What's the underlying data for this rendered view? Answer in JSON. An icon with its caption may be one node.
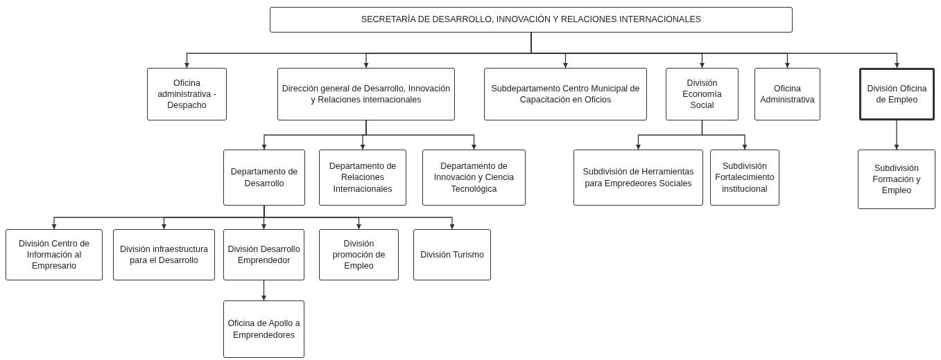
{
  "diagram": {
    "nodes": [
      {
        "text": [
          "SECRETARÍA DE DESARROLLO, INNOVACIÓN Y RELACIONES INTERNACIONALES"
        ]
      },
      {
        "text": [
          "Oficina administrativa - Despacho"
        ]
      },
      {
        "text": [
          "Dirección general de Desarrollo, Innovación y Relaciones internacionales"
        ]
      },
      {
        "text": [
          "Subdepartamento Centro Municipal de Capacitación en Oficios"
        ]
      },
      {
        "text": [
          "División Economía Social"
        ]
      },
      {
        "text": [
          "Oficina Administrativa"
        ]
      },
      {
        "text": [
          "División Oficina de Empleo"
        ]
      },
      {
        "text": [
          "Departamento de Desarrollo"
        ]
      },
      {
        "text": [
          "Departamento de Relaciones Internacionales"
        ]
      },
      {
        "text": [
          "Departamento de Innovación y Ciencia Tecnológica"
        ]
      },
      {
        "text": [
          "Subdivisión de Herramientas para Empredeores Sociales"
        ]
      },
      {
        "text": [
          "Subdivisión Fortalecimiento institucional"
        ]
      },
      {
        "text": [
          "Subdivisión Formación y Empleo"
        ]
      },
      {
        "text": [
          "División Centro de Información al Empresario"
        ]
      },
      {
        "text": [
          "División infraestructura para el Desarrollo"
        ]
      },
      {
        "text": [
          "División Desarrollo Emprendedor"
        ]
      },
      {
        "text": [
          "División promoción de Empleo"
        ]
      },
      {
        "text": [
          "División Turismo"
        ]
      },
      {
        "text": [
          "Oficina de Apollo a Emprendedores"
        ]
      }
    ],
    "edges": [
      {
        "from": 0,
        "to": 1,
        "arrow": "to"
      },
      {
        "from": 0,
        "to": 2,
        "arrow": "to"
      },
      {
        "from": 0,
        "to": 3,
        "arrow": "to"
      },
      {
        "from": 0,
        "to": 4,
        "arrow": "to"
      },
      {
        "from": 0,
        "to": 5,
        "arrow": "to"
      },
      {
        "from": 0,
        "to": 6,
        "arrow": "to"
      },
      {
        "from": 2,
        "to": 7,
        "arrow": "to"
      },
      {
        "from": 2,
        "to": 8,
        "arrow": "to"
      },
      {
        "from": 2,
        "to": 9,
        "arrow": "to"
      },
      {
        "from": 4,
        "to": 10,
        "arrow": "to"
      },
      {
        "from": 4,
        "to": 11,
        "arrow": "to"
      },
      {
        "from": 6,
        "to": 12,
        "arrow": "to"
      },
      {
        "from": 7,
        "to": 13,
        "arrow": "to"
      },
      {
        "from": 7,
        "to": 14,
        "arrow": "to"
      },
      {
        "from": 7,
        "to": 15,
        "arrow": "to"
      },
      {
        "from": 7,
        "to": 16,
        "arrow": "to"
      },
      {
        "from": 7,
        "to": 17,
        "arrow": "to"
      },
      {
        "from": 15,
        "to": 18,
        "arrow": "to"
      }
    ]
  }
}
